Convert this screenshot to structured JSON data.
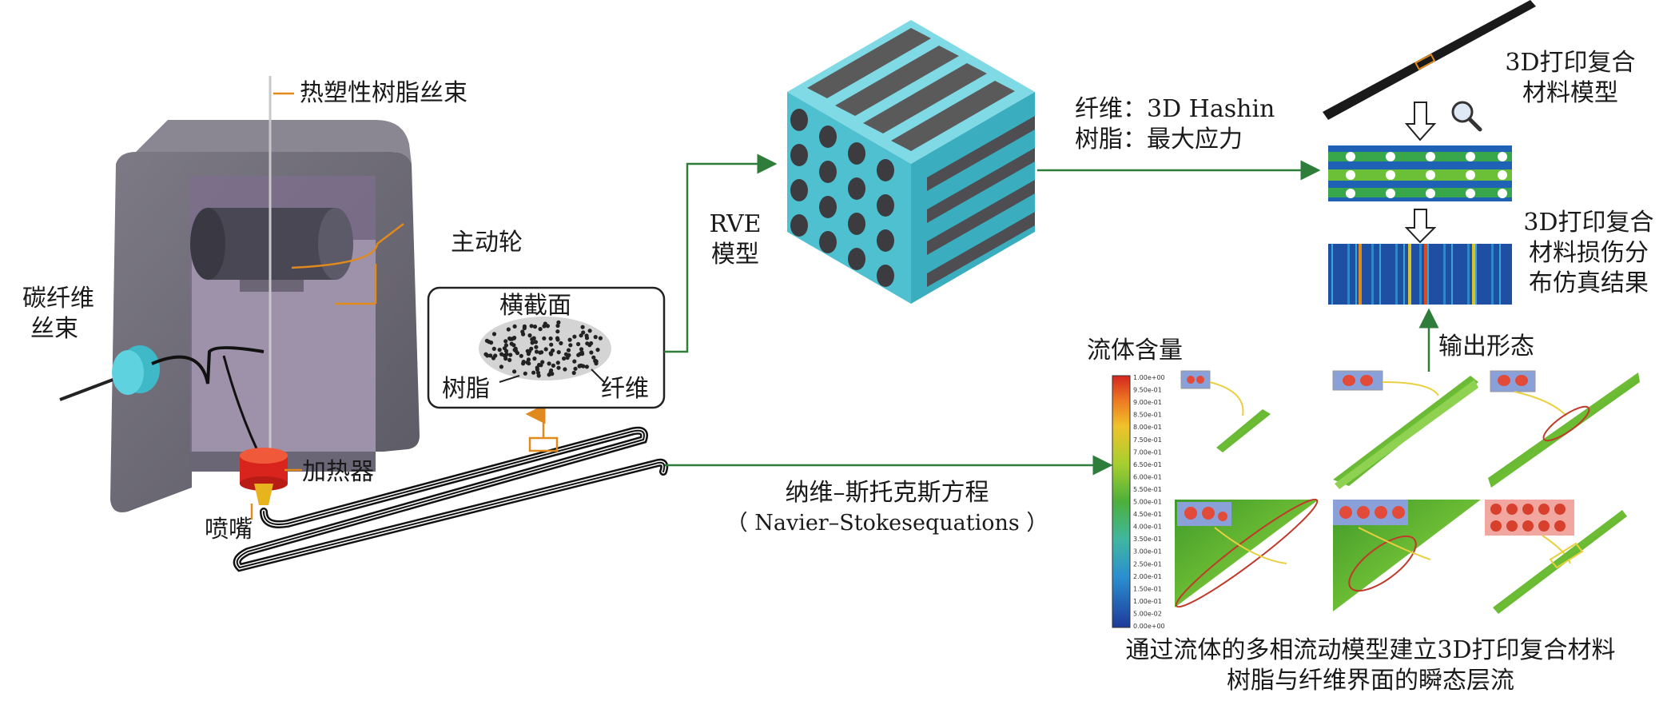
{
  "labels": {
    "filament": "热塑性树脂丝束",
    "drive_wheel": "主动轮",
    "carbon_fiber_line1": "碳纤维",
    "carbon_fiber_line2": "丝束",
    "heater": "加热器",
    "nozzle": "喷嘴",
    "cross_section": "横截面",
    "resin": "树脂",
    "fiber": "纤维",
    "rve_line1": "RVE",
    "rve_line2": "模型",
    "criteria_fiber": "纤维：3D Hashin",
    "criteria_resin": "树脂：最大应力",
    "model_line1": "3D打印复合",
    "model_line2": "材料模型",
    "damage_line1": "3D打印复合",
    "damage_line2": "材料损伤分",
    "damage_line3": "布仿真结果",
    "output_form": "输出形态",
    "fluid_content": "流体含量",
    "ns_eq_line1": "纳维–斯托克斯方程",
    "ns_eq_line2": "（ Navier–Stokesequations ）",
    "laminar_line1": "通过流体的多相流动模型建立3D打印复合材料",
    "laminar_line2": "树脂与纤维界面的瞬态层流"
  },
  "colorbar_ticks": [
    "1.00e+00",
    "9.50e-01",
    "9.00e-01",
    "8.50e-01",
    "8.00e-01",
    "7.50e-01",
    "7.00e-01",
    "6.50e-01",
    "6.00e-01",
    "5.50e-01",
    "5.00e-01",
    "4.50e-01",
    "4.00e-01",
    "3.50e-01",
    "3.00e-01",
    "2.50e-01",
    "2.00e-01",
    "1.50e-01",
    "1.00e-01",
    "5.00e-02",
    "0.00e+00"
  ],
  "colors": {
    "arrow_green": "#2f7d3a",
    "leader_orange": "#e08a1e",
    "rve_cyan": "#5ecbd9",
    "sim_green": "#4aa02c"
  }
}
